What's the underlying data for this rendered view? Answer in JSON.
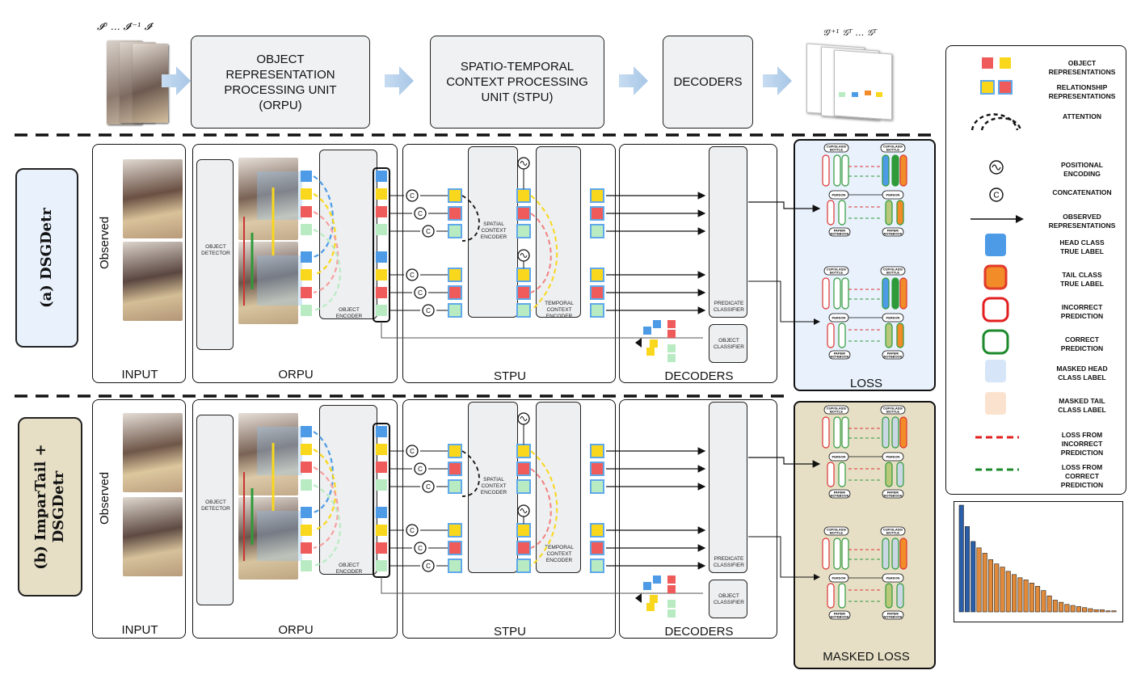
{
  "overview": {
    "input_labels": "𝓘⁰ … 𝓘ᵗ⁻¹ 𝓘ᵗ",
    "orpu_box": "OBJECT\nREPRESENTATION\nPROCESSING UNIT\n(ORPU)",
    "stpu_box": "SPATIO-TEMPORAL\nCONTEXT PROCESSING\nUNIT (STPU)",
    "decoders_box": "DECODERS",
    "output_labels": "𝒢ᵗ⁺¹ 𝒢ᵀ … 𝒢ᵀ"
  },
  "row_a": {
    "tag": "(a) DSGDetr",
    "observed": "Observed",
    "input_title": "INPUT",
    "orpu_title": "ORPU",
    "stpu_title": "STPU",
    "decoders_title": "DECODERS",
    "loss_title": "LOSS",
    "object_detector": "OBJECT\nDETECTOR",
    "object_encoder": "OBJECT\nENCODER",
    "spatial_encoder": "SPATIAL\nCONTEXT\nENCODER",
    "temporal_encoder": "TEMPORAL\nCONTEXT\nENCODER",
    "predicate_classifier": "PREDICATE\nCLASSIFIER",
    "object_classifier": "OBJECT\nCLASSIFIER"
  },
  "row_b": {
    "tag": "(b) ImparTail +\nDSGDetr",
    "observed": "Observed",
    "input_title": "INPUT",
    "orpu_title": "ORPU",
    "stpu_title": "STPU",
    "decoders_title": "DECODERS",
    "loss_title": "MASKED LOSS",
    "object_detector": "OBJECT\nDETECTOR",
    "object_encoder": "OBJECT\nENCODER",
    "spatial_encoder": "SPATIAL\nCONTEXT\nENCODER",
    "temporal_encoder": "TEMPORAL\nCONTEXT\nENCODER",
    "predicate_classifier": "PREDICATE\nCLASSIFIER",
    "object_classifier": "OBJECT\nCLASSIFIER"
  },
  "graph_nodes": {
    "cup": "CUP/GLASS/\nBOTTLE",
    "person": "PERSON",
    "paper": "PAPER/\nNOTEBOOK"
  },
  "legend": [
    {
      "key": "object",
      "text": "OBJECT\nREPRESENTATIONS"
    },
    {
      "key": "relationship",
      "text": "RELATIONSHIP\nREPRESENTATIONS"
    },
    {
      "key": "attention",
      "text": "ATTENTION"
    },
    {
      "key": "positional",
      "text": "POSITIONAL\nENCODING"
    },
    {
      "key": "concat",
      "text": "CONCATENATION"
    },
    {
      "key": "observed",
      "text": "OBSERVED\nREPRESENTATIONS"
    },
    {
      "key": "head_true",
      "text": "HEAD CLASS\nTRUE LABEL"
    },
    {
      "key": "tail_true",
      "text": "TAIL CLASS\nTRUE LABEL"
    },
    {
      "key": "incorrect",
      "text": "INCORRECT\nPREDICTION"
    },
    {
      "key": "correct",
      "text": "CORRECT\nPREDICTION"
    },
    {
      "key": "masked_head",
      "text": "MASKED HEAD\nCLASS LABEL"
    },
    {
      "key": "masked_tail",
      "text": "MASKED TAIL\nCLASS LABEL"
    },
    {
      "key": "loss_incorrect",
      "text": "LOSS FROM\nINCORRECT\nPREDICTION"
    },
    {
      "key": "loss_correct",
      "text": "LOSS FROM\nCORRECT\nPREDICTION"
    }
  ],
  "colors": {
    "red": "#ef5b5b",
    "yellow": "#f9d71c",
    "green": "#b9ebc3",
    "blue": "#4d9be6",
    "orange": "#f28c28",
    "loss_a_bg": "#e8f1fc",
    "loss_b_bg": "#e6dfc6",
    "tag_a_bg": "#e8f1fc",
    "tag_b_bg": "#e6dfc6"
  },
  "chart_data": {
    "type": "bar",
    "values": [
      100,
      80,
      66,
      60,
      55,
      49,
      45,
      42,
      38,
      35,
      32,
      30,
      27,
      24,
      20,
      15,
      11,
      9,
      7,
      6,
      5,
      4,
      3,
      2,
      2,
      1,
      1
    ],
    "colors": [
      "blue",
      "blue",
      "blue",
      "orange",
      "orange",
      "orange",
      "orange",
      "orange",
      "orange",
      "orange",
      "orange",
      "orange",
      "orange",
      "orange",
      "orange",
      "orange",
      "orange",
      "orange",
      "orange",
      "orange",
      "orange",
      "orange",
      "orange",
      "orange",
      "orange",
      "orange",
      "orange"
    ]
  }
}
